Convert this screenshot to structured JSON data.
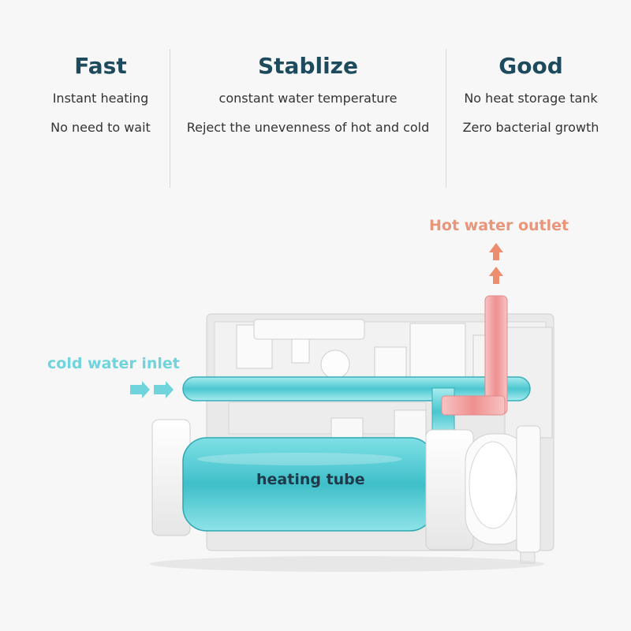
{
  "features": [
    {
      "title": "Fast",
      "line1": "Instant heating",
      "line2": "No need to wait"
    },
    {
      "title": "Stablize",
      "line1": "constant water temperature",
      "line2": "Reject the unevenness of hot and cold"
    },
    {
      "title": "Good",
      "line1": "No heat storage tank",
      "line2": "Zero bacterial growth"
    }
  ],
  "diagram": {
    "hot_outlet_label": "Hot water outlet",
    "cold_inlet_label": "cold water inlet",
    "heating_tube_label": "heating tube"
  },
  "colors": {
    "title": "#1d4a5c",
    "hot": "#e8957a",
    "cold": "#6fd4dc",
    "tube": "#4cc3cc"
  }
}
